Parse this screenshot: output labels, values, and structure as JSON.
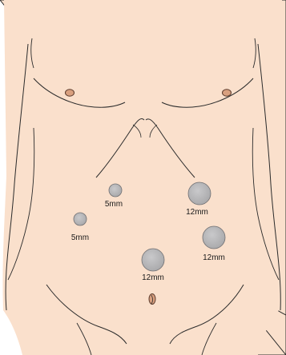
{
  "colors": {
    "skin": "#fae0cc",
    "skin_shadow": "#f2c9ad",
    "outline": "#2b2b2b",
    "port_fill": "#a9a9ab",
    "port_fill_light": "#c9c9cb",
    "port_stroke": "#6f6f72",
    "nipple": "#d9a07f",
    "nipple_stroke": "#5a3a2c"
  },
  "ports": [
    {
      "id": "port-left-upper",
      "size_mm": 5,
      "label": "5mm"
    },
    {
      "id": "port-left-lower",
      "size_mm": 5,
      "label": "5mm"
    },
    {
      "id": "port-right-upper",
      "size_mm": 12,
      "label": "12mm"
    },
    {
      "id": "port-right-lower",
      "size_mm": 12,
      "label": "12mm"
    },
    {
      "id": "port-central",
      "size_mm": 12,
      "label": "12mm"
    }
  ]
}
